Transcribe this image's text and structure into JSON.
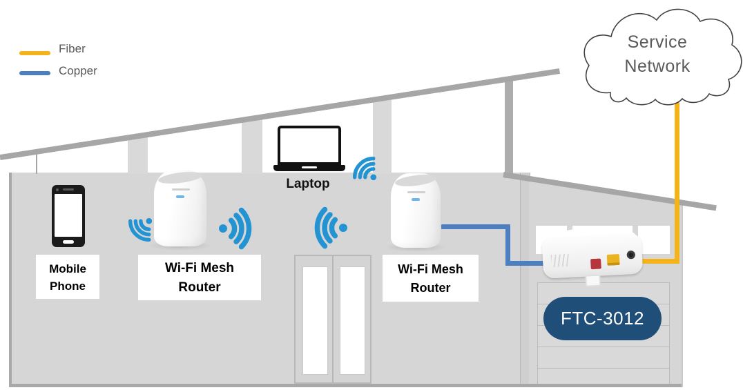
{
  "legend": {
    "items": [
      {
        "label": "Fiber",
        "color": "#F5B31B"
      },
      {
        "label": "Copper",
        "color": "#4D7EBF"
      }
    ]
  },
  "cloud": {
    "line1": "Service",
    "line2": "Network"
  },
  "labels": {
    "mobile_phone": {
      "line1": "Mobile",
      "line2": "Phone"
    },
    "router1": {
      "line1": "Wi-Fi Mesh",
      "line2": "Router"
    },
    "router2": {
      "line1": "Wi-Fi Mesh",
      "line2": "Router"
    },
    "laptop": "Laptop",
    "ont_model": "FTC-3012"
  },
  "colors": {
    "fiber": "#F5B31B",
    "copper": "#4D7EBF",
    "wifi": "#2493D1",
    "badge_navy": "#1F4E79"
  }
}
